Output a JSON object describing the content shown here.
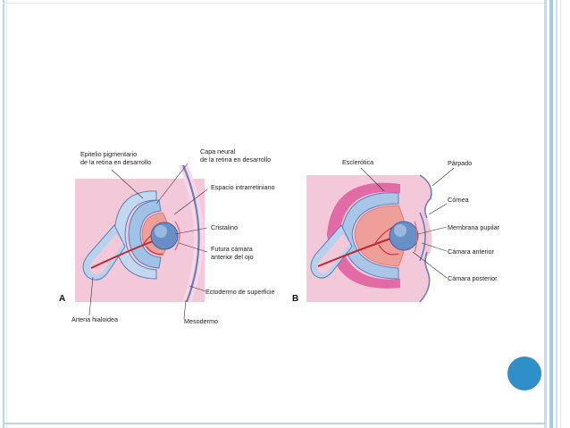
{
  "slide": {
    "accent_colors": {
      "border_blue": "#9cc4dc",
      "border_light": "#d6e8f3",
      "circle": "#2f8fc8"
    },
    "decor": {
      "corner_circle_icon": "circle-icon"
    }
  },
  "figure": {
    "panel_a": {
      "letter": "A",
      "labels": {
        "epitelio_1": "Epitelio pigmentario",
        "epitelio_2": "de la retina en desarrollo",
        "capa_1": "Capa neural",
        "capa_2": "de la retina en desarrollo",
        "espacio": "Espacio intrarretiniano",
        "cristalino": "Cristalino",
        "futura_1": "Futura cámara",
        "futura_2": "anterior del ojo",
        "ectodermo": "Ectodermo de superficie",
        "arteria": "Arteria hialoidea",
        "mesodermo": "Mesodermo"
      }
    },
    "panel_b": {
      "letter": "B",
      "labels": {
        "esclerotica": "Esclerótica",
        "parpado": "Párpado",
        "cornea": "Córnea",
        "membrana": "Membrana pupilar",
        "camara_anterior": "Cámara anterior",
        "camara_posterior": "Cámara posterior"
      }
    }
  }
}
